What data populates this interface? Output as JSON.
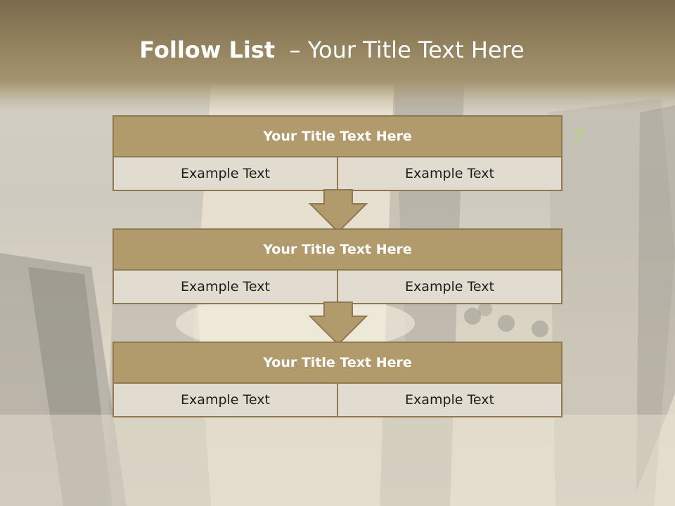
{
  "title": {
    "bold": "Follow List",
    "rest": "  – Your Title Text Here"
  },
  "steps": [
    {
      "heading": "Your Title Text Here",
      "left": "Example Text",
      "right": "Example Text"
    },
    {
      "heading": "Your Title Text Here",
      "left": "Example Text",
      "right": "Example Text"
    },
    {
      "heading": "Your Title Text Here",
      "left": "Example Text",
      "right": "Example Text"
    }
  ],
  "background_decor": {
    "digit": "7"
  },
  "colors": {
    "header_band": "#92825e",
    "box_header": "#b19b6d",
    "box_border": "#8d7a52",
    "box_cell": "#e2dbd0",
    "arrow_fill": "#b19b6d"
  }
}
